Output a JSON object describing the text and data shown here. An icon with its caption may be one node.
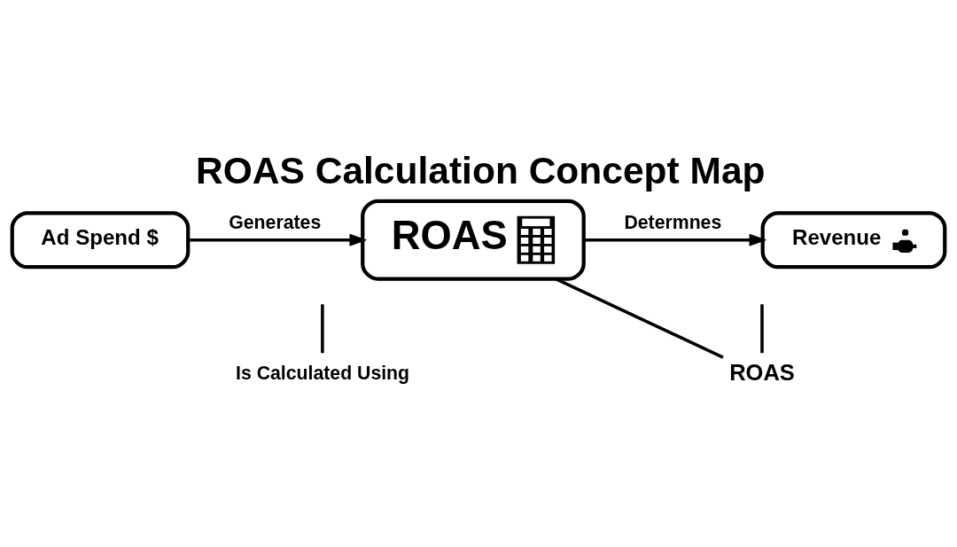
{
  "diagram": {
    "title": "ROAS Calculation Concept Map",
    "nodes": [
      {
        "text": [
          "Ad Spend $"
        ]
      },
      {
        "text": [
          "ROAS"
        ]
      },
      {
        "text": [
          "Revenue"
        ]
      },
      {
        "text": [
          "Is Calculated Using"
        ]
      },
      {
        "text": [
          "ROAS"
        ]
      }
    ],
    "edges": [
      {
        "from": 0,
        "to": 1,
        "arrow": "to",
        "label": "Generates"
      },
      {
        "from": 1,
        "to": 2,
        "arrow": "to",
        "label": "Determnes"
      },
      {
        "from": 3,
        "to": null,
        "arrow": "none"
      },
      {
        "from": 1,
        "to": 4,
        "arrow": "none"
      },
      {
        "from": 4,
        "to": null,
        "arrow": "none"
      }
    ]
  }
}
